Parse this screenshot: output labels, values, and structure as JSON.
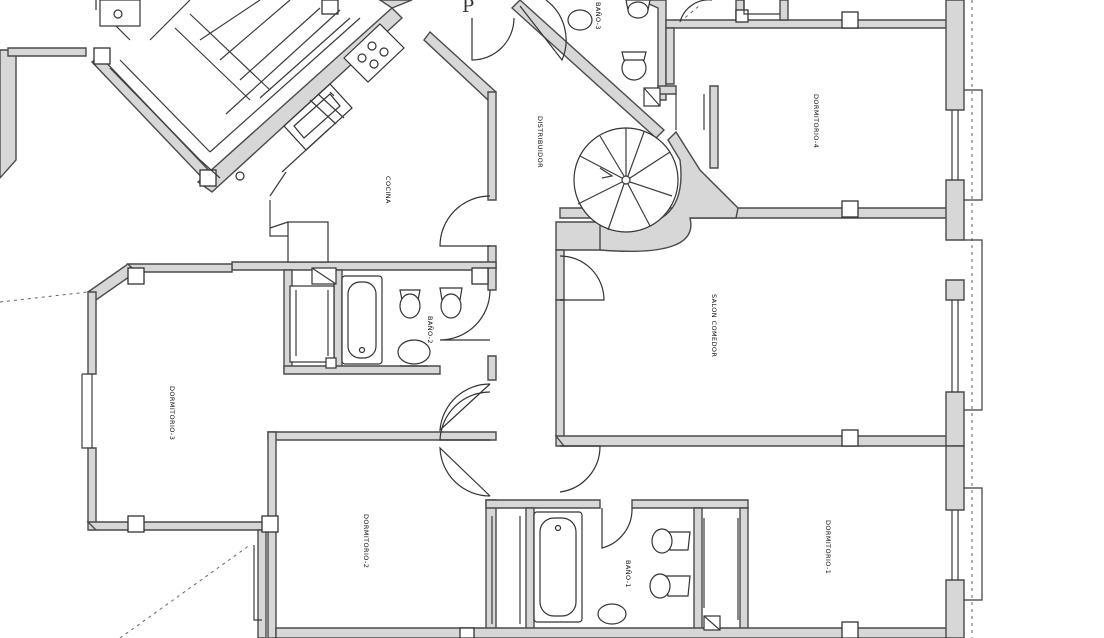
{
  "rooms": {
    "cocina": "COCINA",
    "distribuidor": "DISTRIBUIDOR",
    "salon_comedor": "SALON COMEDOR",
    "dormitorio_1": "DORMITORIO-1",
    "dormitorio_2": "DORMITORIO-2",
    "dormitorio_3": "DORMITORIO-3",
    "dormitorio_4": "DORMITORIO-4",
    "bano_1": "BAÑO-1",
    "bano_2": "BAÑO-2",
    "bano_3": "BAÑO-3"
  },
  "partial_letter": "P"
}
